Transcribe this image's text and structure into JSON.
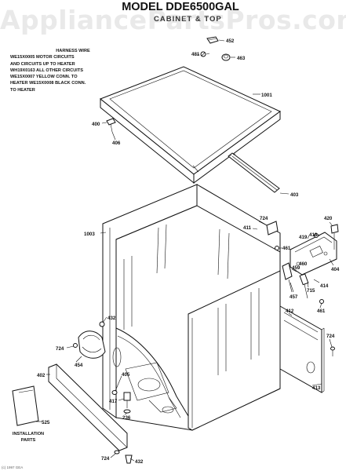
{
  "watermark": "AppliancePartsPros.com",
  "title": "MODEL DDE6500GAL",
  "subtitle": "CABINET & TOP",
  "harness": {
    "title": "HARNESS WIRE",
    "lines": [
      "WE15X0005 MOTOR CIRCUITS",
      "AND CIRCUITS UP TO HEATER",
      "WH19X0163 ALL OTHER CIRCUITS",
      "WE15X0007 YELLOW CONN. TO",
      "HEATER WE15X0008 BLACK CONN.",
      "TO HEATER"
    ]
  },
  "installation": [
    "INSTALLATION",
    "PARTS"
  ],
  "footer": "(c) 1997 GEA",
  "part_labels": {
    "p481": "481",
    "p452": "452",
    "p463": "463",
    "p1001": "1001",
    "p400": "400",
    "p406": "406",
    "p403": "403",
    "p1003": "1003",
    "p724a": "724",
    "p411": "411",
    "p420": "420",
    "p461a": "461",
    "p419": "419",
    "p418": "418",
    "p459": "459",
    "p460": "460",
    "p404": "404",
    "p414": "414",
    "p715": "715",
    "p457": "457",
    "p461b": "461",
    "p432a": "432",
    "p412": "412",
    "p724b": "724",
    "p724c": "724",
    "p454": "454",
    "p402": "402",
    "p405": "405",
    "p417": "417",
    "p236": "236",
    "p413": "413",
    "p525": "525",
    "p724d": "724",
    "p432b": "432"
  },
  "colors": {
    "line": "#111111",
    "watermark": "#e9e9e9"
  }
}
